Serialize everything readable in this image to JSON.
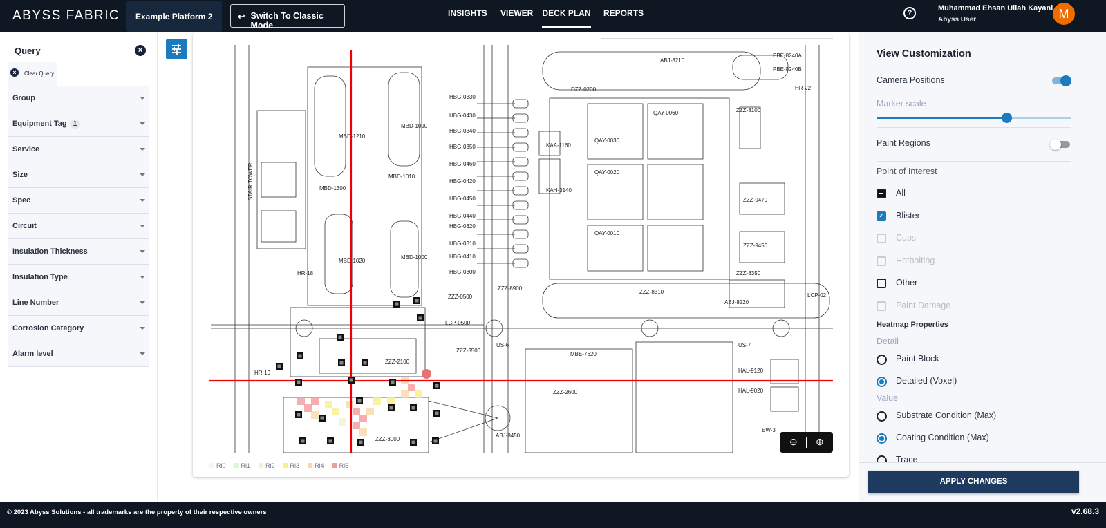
{
  "header": {
    "logo": "ABYSS FABRIC",
    "platform": "Example Platform 2",
    "classic_mode": "Switch To Classic Mode",
    "nav": [
      "INSIGHTS",
      "VIEWER",
      "DECK PLAN",
      "REPORTS"
    ],
    "active_nav": "DECK PLAN",
    "user_name": "Muhammad Ehsan Ullah Kayani",
    "user_role": "Abyss User",
    "avatar_letter": "M"
  },
  "query": {
    "title": "Query",
    "clear": "Clear Query",
    "filters": [
      {
        "label": "Group"
      },
      {
        "label": "Equipment Tag",
        "count": "1"
      },
      {
        "label": "Service"
      },
      {
        "label": "Size"
      },
      {
        "label": "Spec"
      },
      {
        "label": "Circuit"
      },
      {
        "label": "Insulation Thickness"
      },
      {
        "label": "Insulation Type"
      },
      {
        "label": "Line Number"
      },
      {
        "label": "Corrosion Category"
      },
      {
        "label": "Alarm level"
      }
    ]
  },
  "drawing": {
    "labels": [
      "MBD-1210",
      "MBD-1090",
      "MBD-1300",
      "MBD-1010",
      "MBD-1020",
      "MBD-1000",
      "HBG-0330",
      "HBG-0430",
      "HBG-0340",
      "HBG-0350",
      "HBG-0460",
      "HBG-0420",
      "HBG-0450",
      "HBG-0440",
      "HBG-0320",
      "HBG-0310",
      "HBG-0410",
      "HBG-0300",
      "KAA-1160",
      "KAH-3140",
      "DZZ-0200",
      "QAY-0060",
      "QAY-0030",
      "QAY-0020",
      "QAY-0010",
      "ABJ-8210",
      "PBE-8240A",
      "PBE-8240B",
      "HR-22",
      "ZZZ-8100",
      "ZZZ-9470",
      "ZZZ-9450",
      "ZZZ-8350",
      "ABJ-8220",
      "ZZZ-8310",
      "ZZZ-8900",
      "ZZZ-0500",
      "LCP-0500",
      "ZZZ-3500",
      "ZZZ-2100",
      "HR-18",
      "HR-19",
      "US-6",
      "US-7",
      "MBE-7620",
      "ZZZ-2600",
      "HAL-9120",
      "HAL-9020",
      "EW-3",
      "ABJ-8450",
      "ZZZ-3000",
      "LCP-02",
      "STAIR TOWER"
    ]
  },
  "legend": [
    {
      "label": "Ri0",
      "color": "#eefaf0"
    },
    {
      "label": "Ri1",
      "color": "#dcf5dc"
    },
    {
      "label": "Ri2",
      "color": "#eaf6d0"
    },
    {
      "label": "Ri3",
      "color": "#f8f08a"
    },
    {
      "label": "Ri4",
      "color": "#fad7a4"
    },
    {
      "label": "Ri5",
      "color": "#f49a9a"
    }
  ],
  "view": {
    "title": "View Customization",
    "camera_positions": "Camera Positions",
    "camera_on": true,
    "marker_scale": "Marker scale",
    "marker_scale_value": 0.67,
    "paint_regions": "Paint Regions",
    "paint_on": false,
    "poi_title": "Point of Interest",
    "poi": [
      {
        "label": "All",
        "state": "indeterminate"
      },
      {
        "label": "Blister",
        "state": "checked"
      },
      {
        "label": "Cups",
        "state": "disabled"
      },
      {
        "label": "Hotbolting",
        "state": "disabled"
      },
      {
        "label": "Other",
        "state": "unchecked"
      },
      {
        "label": "Paint Damage",
        "state": "disabled"
      }
    ],
    "heatmap_title": "Heatmap Properties",
    "detail_label": "Detail",
    "detail_options": [
      "Paint Block",
      "Detailed (Voxel)"
    ],
    "detail_selected": "Detailed (Voxel)",
    "value_label": "Value",
    "value_options": [
      "Substrate Condition (Max)",
      "Coating Condition (Max)",
      "Trace"
    ],
    "value_selected": "Coating Condition (Max)",
    "apply": "APPLY CHANGES"
  },
  "footer": {
    "copyright": "© 2023 Abyss Solutions - all trademarks are the property of their respective owners",
    "version": "v2.68.3"
  }
}
